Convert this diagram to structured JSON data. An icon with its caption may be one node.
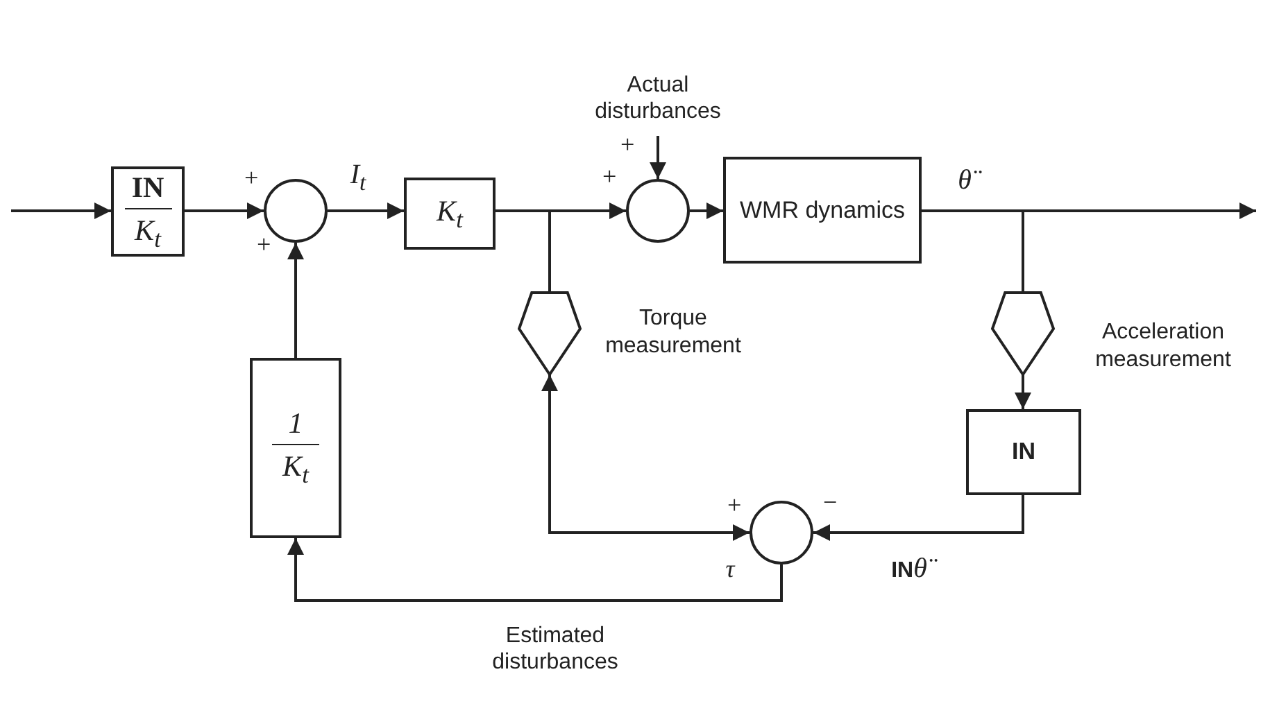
{
  "diagram": {
    "nodes": [
      {
        "text": [
          "**IN**",
          "K$_{t}$"
        ]
      },
      {
        "text": [],
        "shape": "circle",
        "beside": [
          "+",
          "+"
        ]
      },
      {
        "text": [
          "K$_{t}$"
        ]
      },
      {
        "text": [],
        "shape": "circle",
        "beside": [
          "+",
          "+"
        ]
      },
      {
        "text": [
          "WMR dynamics"
        ]
      },
      {
        "text": [],
        "shape": "pentagon",
        "beside": [
          "Torque measurement"
        ]
      },
      {
        "text": [],
        "shape": "pentagon",
        "beside": [
          "Acceleration measurement"
        ]
      },
      {
        "text": [
          "**IN**"
        ]
      },
      {
        "text": [],
        "shape": "circle",
        "beside": [
          "+",
          "−",
          "τ"
        ]
      },
      {
        "text": [
          "1",
          "K$_{t}$"
        ]
      },
      {
        "text": [
          "Actual disturbances"
        ]
      }
    ],
    "edges": [
      {
        "from": null,
        "to": 0,
        "arrow": "to"
      },
      {
        "from": 0,
        "to": 1,
        "arrow": "to"
      },
      {
        "from": 1,
        "to": 2,
        "arrow": "to",
        "label": "I$_{t}$"
      },
      {
        "from": 2,
        "to": 3,
        "arrow": "to"
      },
      {
        "from": 2,
        "to": 5,
        "arrow": "none"
      },
      {
        "from": 10,
        "to": 3,
        "arrow": "to"
      },
      {
        "from": 3,
        "to": 4,
        "arrow": "to"
      },
      {
        "from": 4,
        "to": null,
        "arrow": "to",
        "label": "θ̈"
      },
      {
        "from": 4,
        "to": 6,
        "arrow": "none"
      },
      {
        "from": 6,
        "to": 7,
        "arrow": "to"
      },
      {
        "from": 7,
        "to": 8,
        "arrow": "to",
        "label": "**IN**θ̈"
      },
      {
        "from": 5,
        "to": 8,
        "arrow": "both"
      },
      {
        "from": 8,
        "to": 9,
        "arrow": "to",
        "label": "Estimated disturbances"
      },
      {
        "from": 9,
        "to": 1,
        "arrow": "to"
      }
    ]
  }
}
